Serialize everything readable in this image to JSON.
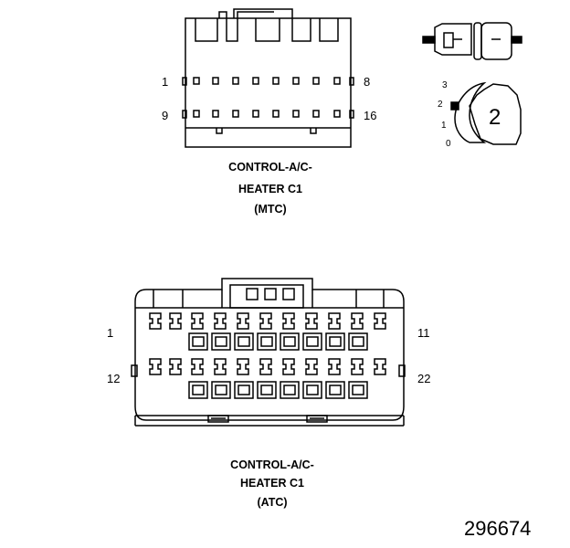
{
  "mtc": {
    "pin_labels": {
      "top_left": "1",
      "top_right": "8",
      "bottom_left": "9",
      "bottom_right": "16"
    },
    "caption": {
      "line1": "CONTROL-A/C-",
      "line2": "HEATER C1",
      "line3": "(MTC)"
    }
  },
  "atc": {
    "pin_labels": {
      "top_left": "1",
      "top_right": "11",
      "bottom_left": "12",
      "bottom_right": "22"
    },
    "caption": {
      "line1": "CONTROL-A/C-",
      "line2": "HEATER C1",
      "line3": "(ATC)"
    }
  },
  "lock_detail": {
    "positions": [
      "3",
      "2",
      "1",
      "0"
    ],
    "badge": "2"
  },
  "figure_number": "296674"
}
